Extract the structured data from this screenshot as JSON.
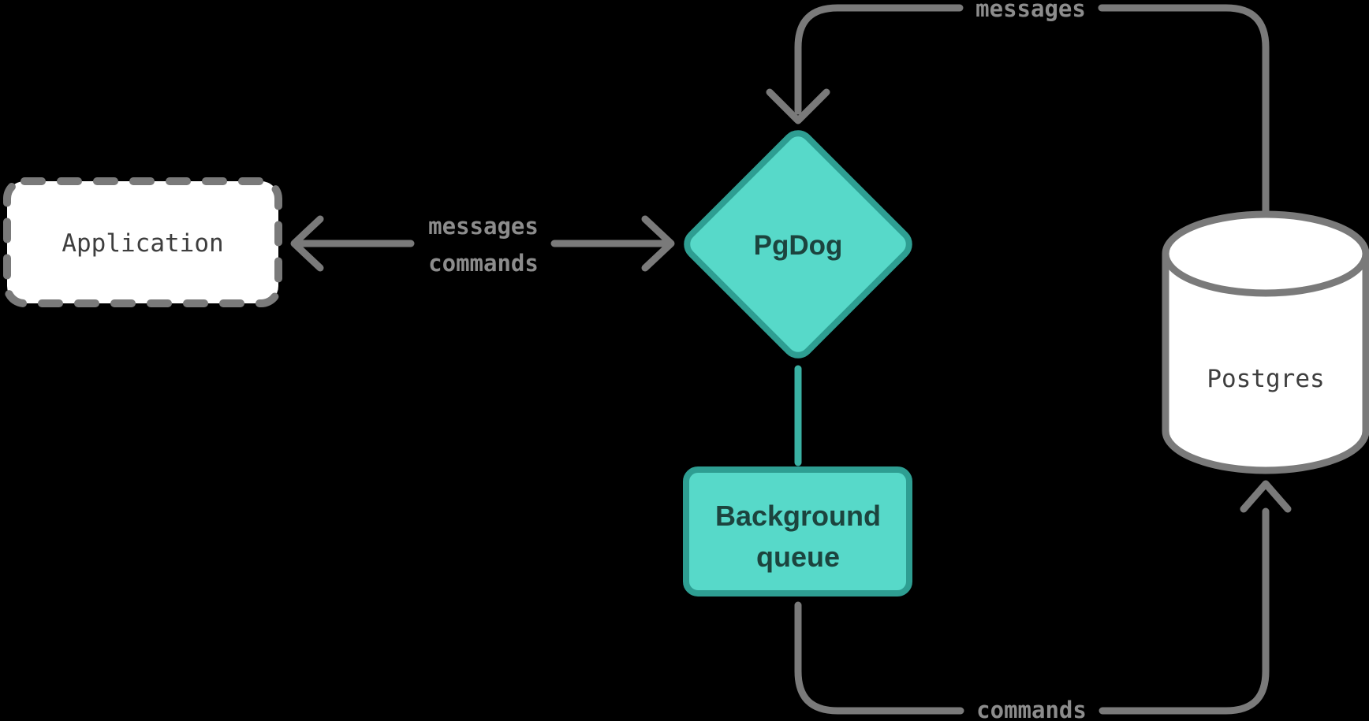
{
  "diagram": {
    "background_color": "#000000",
    "colors": {
      "line_gray": "#7a7a7a",
      "edge_label_gray": "#8c8c8c",
      "node_text_dark": "#3e3e3e",
      "teal_fill": "#57d9c9",
      "teal_border": "#2e9e92",
      "teal_connector": "#3ab1a3",
      "teal_text_dark": "#1c443e",
      "node_fill_white": "#ffffff"
    },
    "nodes": {
      "application": {
        "label": "Application",
        "shape": "dashed-rectangle"
      },
      "pgdog": {
        "label": "PgDog",
        "shape": "diamond"
      },
      "background_queue": {
        "label": "Background queue",
        "lines": [
          "Background",
          "queue"
        ],
        "shape": "rectangle"
      },
      "postgres": {
        "label": "Postgres",
        "shape": "cylinder"
      }
    },
    "edges": {
      "app_pgdog": {
        "from": "Application",
        "to": "PgDog",
        "direction": "bidirectional",
        "labels": [
          "messages",
          "commands"
        ]
      },
      "postgres_pgdog": {
        "from": "Postgres",
        "to": "PgDog",
        "direction": "one-way",
        "label": "messages"
      },
      "pgdog_queue": {
        "from": "PgDog",
        "to": "Background queue",
        "direction": "none",
        "label": ""
      },
      "queue_postgres": {
        "from": "Background queue",
        "to": "Postgres",
        "direction": "one-way",
        "label": "commands"
      }
    }
  }
}
